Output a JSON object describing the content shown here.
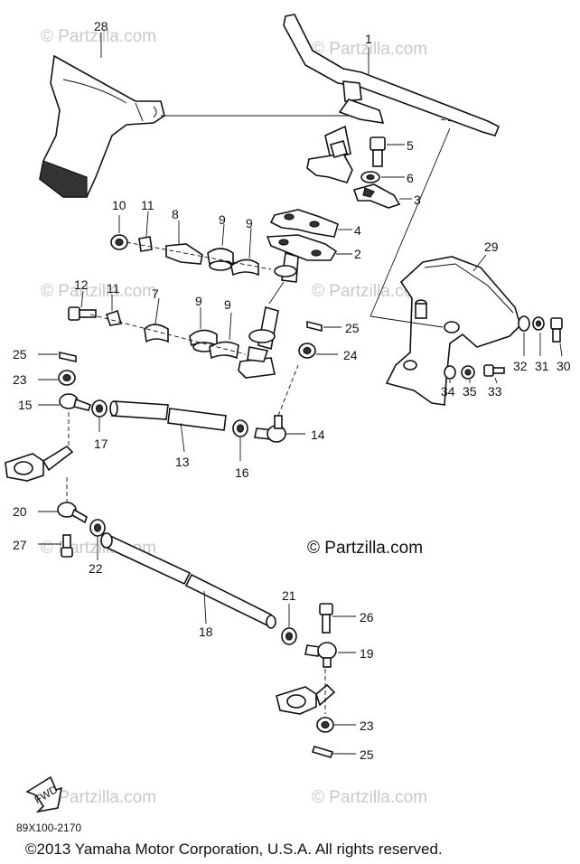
{
  "watermark": {
    "text": "© Partzilla.com"
  },
  "callouts": {
    "n1": "1",
    "n2": "2",
    "n3": "3",
    "n4": "4",
    "n5": "5",
    "n6": "6",
    "n7": "7",
    "n8": "8",
    "n9": "9",
    "n10": "10",
    "n11": "11",
    "n12": "12",
    "n13": "13",
    "n14": "14",
    "n15": "15",
    "n16": "16",
    "n17": "17",
    "n18": "18",
    "n19": "19",
    "n20": "20",
    "n21": "21",
    "n22": "22",
    "n23": "23",
    "n24": "24",
    "n25": "25",
    "n26": "26",
    "n27": "27",
    "n28": "28",
    "n29": "29",
    "n30": "30",
    "n31": "31",
    "n32": "32",
    "n33": "33",
    "n34": "34",
    "n35": "35"
  },
  "direction_arrow": "FWD",
  "diagram_code": "89X100-2170",
  "copyright": "©2013 Yamaha Motor Corporation, U.S.A. All rights reserved.",
  "colors": {
    "ink": "#111111",
    "watermark": "#c9c9c9",
    "background": "#ffffff"
  }
}
